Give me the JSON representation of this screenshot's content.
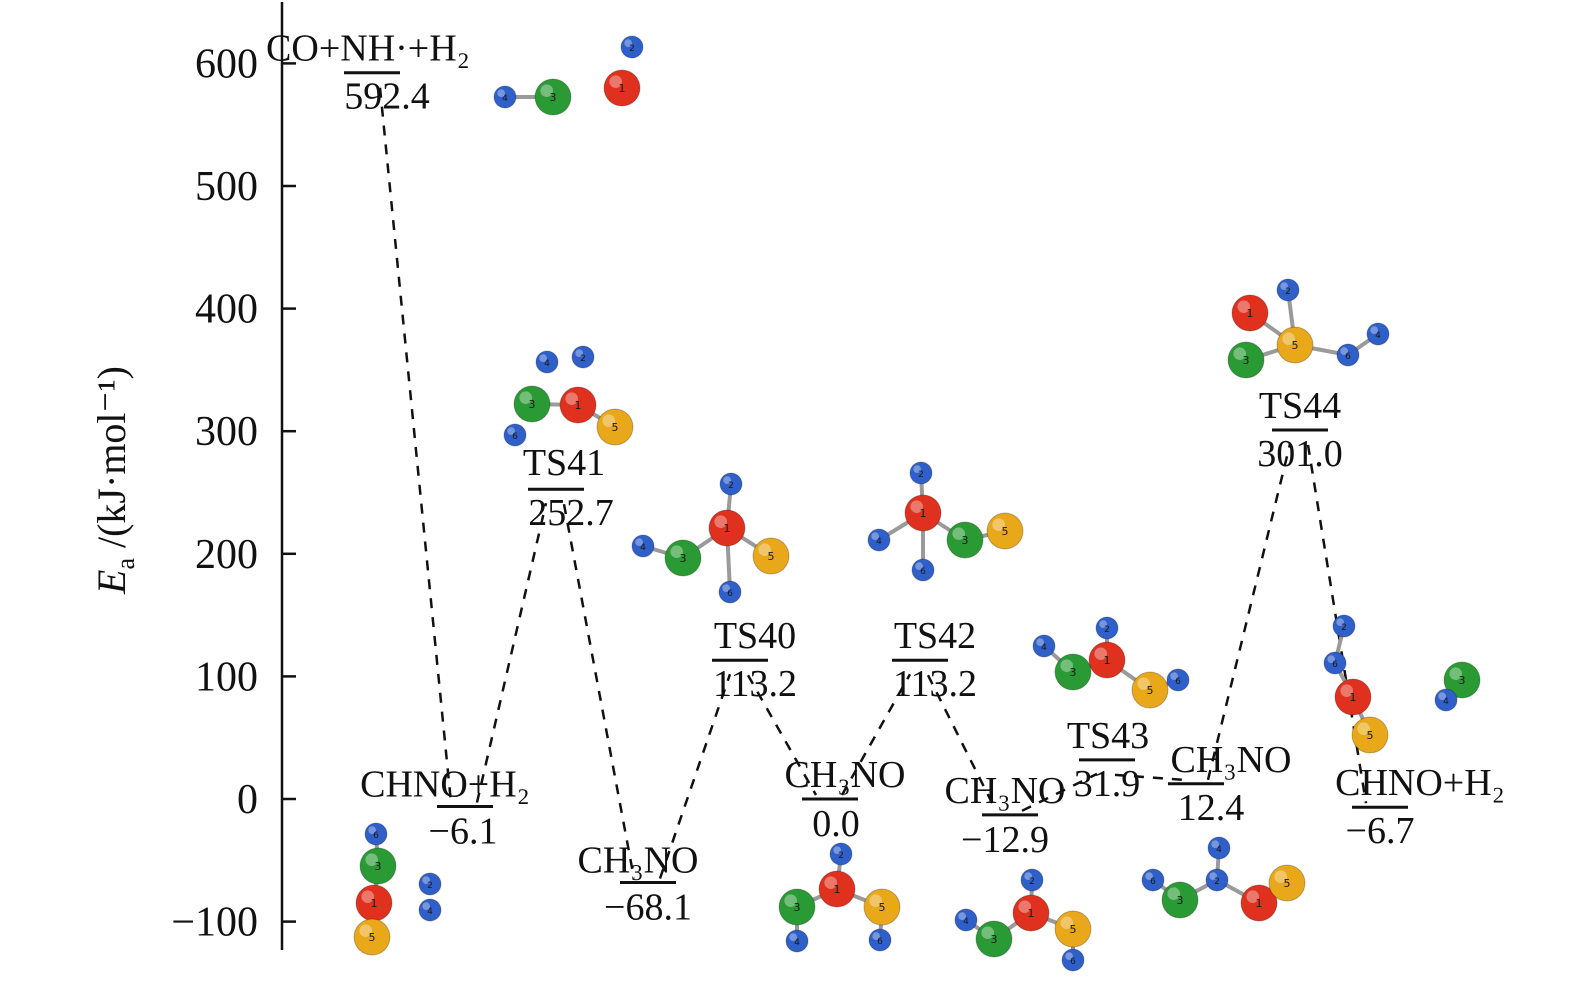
{
  "chart_data": {
    "type": "energy-profile",
    "title": "",
    "xlabel": "",
    "ylabel_symbol": "E",
    "ylabel_subscript": "a",
    "ylabel_unit": " /(kJ·mol⁻¹)",
    "ylim": [
      -100,
      640
    ],
    "yticks": [
      600,
      500,
      400,
      300,
      200,
      100,
      0,
      -100
    ],
    "ytick_labels": [
      "600",
      "500",
      "400",
      "300",
      "200",
      "100",
      "0",
      "−100"
    ],
    "levels": [
      {
        "id": "r",
        "name": "CO+NH·+H₂",
        "energy": 592.4,
        "energy_label": "592.4"
      },
      {
        "id": "i1",
        "name": "CHNO+H₂",
        "energy": -6.1,
        "energy_label": "−6.1"
      },
      {
        "id": "ts41",
        "name": "TS41",
        "energy": 252.7,
        "energy_label": "252.7"
      },
      {
        "id": "i2",
        "name": "CH₃NO",
        "energy": -68.1,
        "energy_label": "−68.1"
      },
      {
        "id": "ts40",
        "name": "TS40",
        "energy": 113.2,
        "energy_label": "113.2"
      },
      {
        "id": "i3",
        "name": "CH₃NO",
        "energy": 0.0,
        "energy_label": "0.0"
      },
      {
        "id": "ts42",
        "name": "TS42",
        "energy": 113.2,
        "energy_label": "113.2"
      },
      {
        "id": "i4",
        "name": "CH₃NO",
        "energy": -12.9,
        "energy_label": "−12.9"
      },
      {
        "id": "ts43",
        "name": "TS43",
        "energy": 31.9,
        "energy_label": "31.9"
      },
      {
        "id": "i5",
        "name": "CH₃NO",
        "energy": 12.4,
        "energy_label": "12.4"
      },
      {
        "id": "ts44",
        "name": "TS44",
        "energy": 301.0,
        "energy_label": "301.0"
      },
      {
        "id": "p",
        "name": "CHNO+H₂",
        "energy": -6.7,
        "energy_label": "−6.7"
      }
    ],
    "connections": [
      [
        "r",
        "i1"
      ],
      [
        "i1",
        "ts41"
      ],
      [
        "ts41",
        "i2"
      ],
      [
        "i2",
        "ts40"
      ],
      [
        "ts40",
        "i3"
      ],
      [
        "i3",
        "ts42"
      ],
      [
        "ts42",
        "i4"
      ],
      [
        "i4",
        "ts43"
      ],
      [
        "ts43",
        "i5"
      ],
      [
        "i5",
        "ts44"
      ],
      [
        "ts44",
        "p"
      ]
    ],
    "atom_colors": {
      "1": "#e0301e",
      "2": "#2f5fc8",
      "3": "#2a9a34",
      "4": "#2f5fc8",
      "5": "#e8a81a",
      "6": "#2f5fc8"
    },
    "molecules": [
      {
        "atoms": [
          "4",
          "3",
          "2",
          "1"
        ]
      },
      {
        "atoms": [
          "6",
          "3",
          "1",
          "5",
          "2",
          "4"
        ]
      },
      {
        "atoms": [
          "4",
          "2",
          "3",
          "1",
          "6",
          "5"
        ]
      },
      {
        "atoms": [
          "2",
          "4",
          "1",
          "3",
          "5",
          "6"
        ]
      },
      {
        "atoms": [
          "2",
          "1",
          "4",
          "3",
          "5",
          "6"
        ]
      },
      {
        "atoms": [
          "2",
          "1",
          "5",
          "3",
          "4",
          "6"
        ]
      },
      {
        "atoms": [
          "2",
          "1",
          "5",
          "3",
          "4",
          "6"
        ]
      },
      {
        "atoms": [
          "2",
          "1",
          "3",
          "5",
          "4",
          "6"
        ]
      },
      {
        "atoms": [
          "4",
          "2",
          "3",
          "1",
          "5",
          "6"
        ]
      },
      {
        "atoms": [
          "2",
          "1",
          "5",
          "3",
          "6",
          "4"
        ]
      },
      {
        "atoms": [
          "2",
          "6",
          "1",
          "5",
          "3",
          "4"
        ]
      },
      {
        "atoms": [
          "4",
          "3",
          "1",
          "5",
          "2",
          "6"
        ]
      }
    ]
  }
}
